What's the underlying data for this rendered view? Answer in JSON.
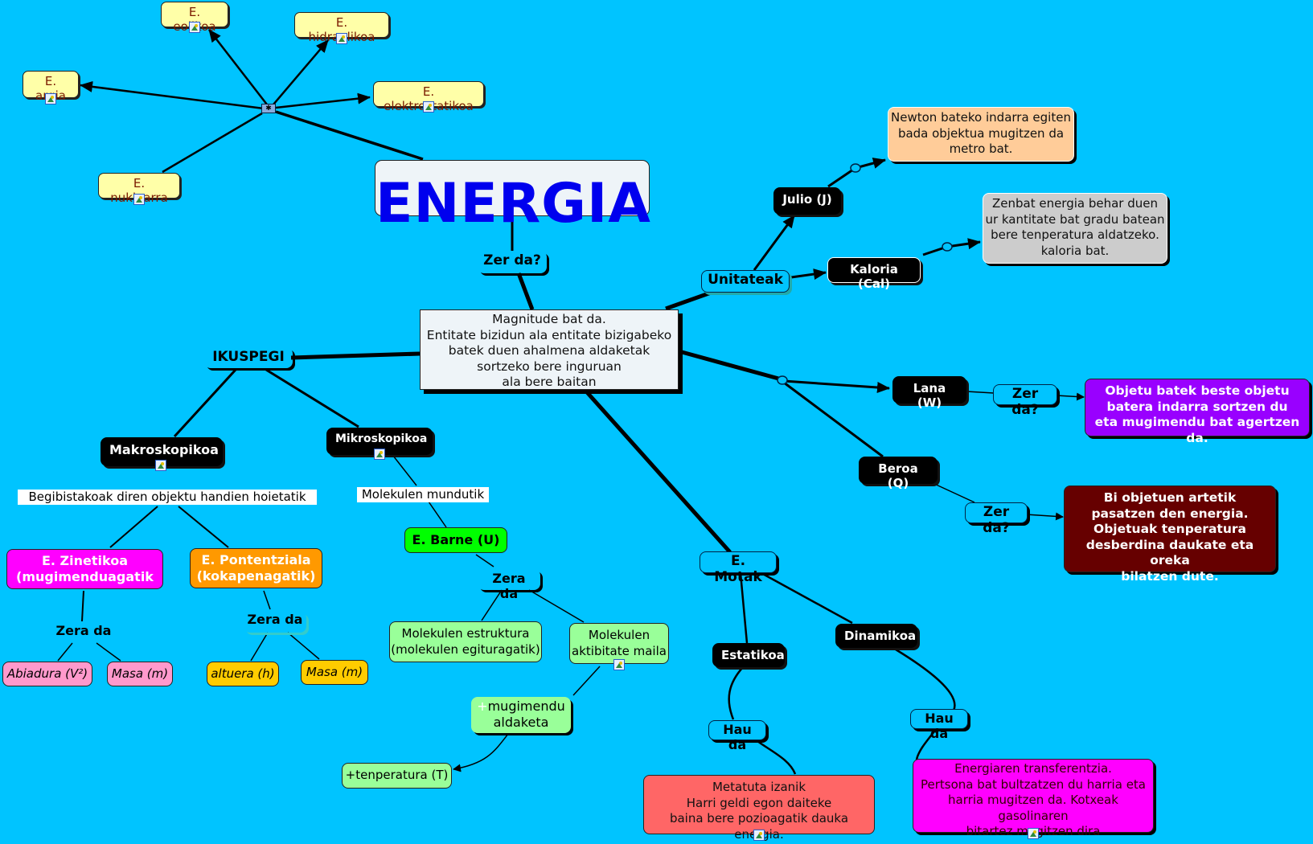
{
  "title": "ENERGIA",
  "colors": {
    "background": "#00c4ff",
    "title_text": "#0000ee",
    "yellow_node": "#ffffa8",
    "black_node": "#000000",
    "lana_def": "#9900ff",
    "beroa_def": "#660000",
    "zinetikoa": "#ff00ff",
    "pontentziala": "#ff9900",
    "pink_leaf": "#ff99cc",
    "gold_leaf": "#ffcc00",
    "green_bright": "#00ff00",
    "green_light": "#99ff99",
    "estatikoa_def": "#ff6666",
    "dinamikoa_def": "#ff00ff",
    "julio_def": "#ffcc99",
    "kaloria_def": "#cccccc"
  },
  "sources": {
    "hub_icon": "asterisk-hub",
    "items": [
      "E. eolikoa",
      "E. hidraulikoa",
      "E. argia",
      "E. elektroztatikoa",
      "E. nuklearra"
    ]
  },
  "center": {
    "zer_da": "Zer da?",
    "definition": "Magnitude bat da.\nEntitate bizidun ala entitate bizigabeko\nbatek duen ahalmena aldaketak\nsortzeko bere inguruan\nala bere baitan"
  },
  "units": {
    "label": "Unitateak",
    "julio": "Julio (J)",
    "julio_def": "Newton bateko indarra egiten\nbada objektua mugitzen da\nmetro bat.",
    "kaloria": "Kaloria (Cal)",
    "kaloria_def": "Zenbat energia behar duen\nur kantitate bat gradu batean\nbere tenperatura aldatzeko.\nkaloria bat."
  },
  "lana": {
    "label": "Lana (W)",
    "zer_da": "Zer da?",
    "def": "Objetu batek beste objetu\nbatera indarra sortzen du\neta mugimendu bat agertzen da."
  },
  "beroa": {
    "label": "Beroa (Q)",
    "zer_da": "Zer da?",
    "def": "Bi objetuen artetik\npasatzen den energia.\nObjetuak tenperatura\ndesberdina daukate eta oreka\nbilatzen dute."
  },
  "ikuspegi": {
    "label": "IKUSPEGI",
    "makro": "Makroskopikoa",
    "makro_link": "Begibistakoak diren objektu handien hoietatik",
    "zinetikoa": "E. Zinetikoa\n(mugimenduagatik",
    "zinetikoa_zera": "Zera da",
    "abiadura": "Abiadura (V²)",
    "masa1": "Masa (m)",
    "pontentziala": "E. Pontentziala\n(kokapenagatik)",
    "pontentziala_zera": "Zera da",
    "altuera": "altuera (h)",
    "masa2": "Masa (m)",
    "mikro": "Mikroskopikoa",
    "mikro_link": "Molekulen mundutik",
    "barne": "E. Barne (U)",
    "barne_zera": "Zera da",
    "estruktura": "Molekulen estruktura\n(molekulen egituragatik)",
    "aktibitate": "Molekulen\naktibitate maila",
    "mugimendu_plus": "+",
    "mugimendu": "mugimendu\naldaketa",
    "tenperatura": "+tenperatura (T)"
  },
  "motak": {
    "label": "E. Motak",
    "estatikoa": "Estatikoa",
    "estatikoa_hau": "Hau da",
    "estatikoa_def": "Metatuta izanik\nHarri geldi egon daiteke\nbaina bere pozioagatik dauka energia.",
    "dinamikoa": "Dinamikoa",
    "dinamikoa_hau": "Hau da",
    "dinamikoa_def": "Energiaren transferentzia.\nPertsona bat bultzatzen du harria eta\nharria mugitzen da. Kotxeak gasolinaren\nbitartez mugitzen dira"
  }
}
